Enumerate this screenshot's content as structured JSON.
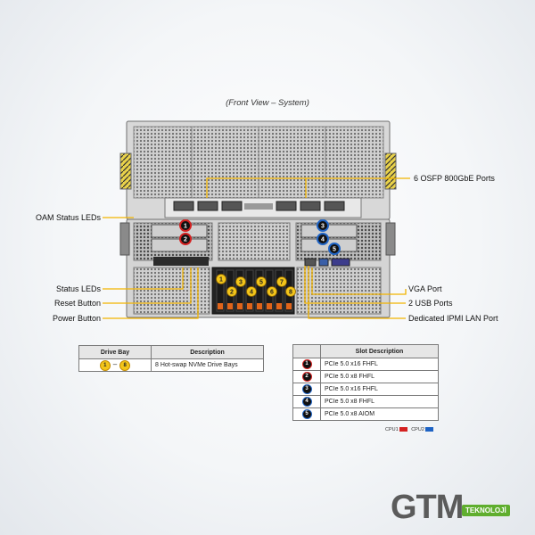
{
  "title": "(Front View – System)",
  "callouts": {
    "osfp_ports": "6 OSFP 800GbE Ports",
    "oam_leds": "OAM Status LEDs",
    "status_leds": "Status LEDs",
    "reset_button": "Reset Button",
    "power_button": "Power Button",
    "vga_port": "VGA Port",
    "usb_ports": "2 USB Ports",
    "ipmi_lan": "Dedicated IPMI LAN Port"
  },
  "drive_table": {
    "headers": [
      "Drive Bay",
      "Description"
    ],
    "row": {
      "from": "1",
      "to": "8",
      "description": "8 Hot-swap NVMe Drive Bays"
    }
  },
  "slot_table": {
    "header": "Slot Description",
    "rows": [
      {
        "num": "1",
        "cpu": "cpu1",
        "label": "PCIe 5.0 x16 FHFL"
      },
      {
        "num": "2",
        "cpu": "cpu1",
        "label": "PCIe 5.0 x8 FHFL"
      },
      {
        "num": "3",
        "cpu": "cpu2",
        "label": "PCIe 5.0 x16 FHFL"
      },
      {
        "num": "4",
        "cpu": "cpu2",
        "label": "PCIe 5.0 x8 FHFL"
      },
      {
        "num": "5",
        "cpu": "cpu2",
        "label": "PCIe 5.0 x8 AIOM"
      }
    ]
  },
  "cpu_legend": {
    "cpu1": "CPU1",
    "cpu2": "CPU2",
    "cpu1_color": "#d42020",
    "cpu2_color": "#1e63c4"
  },
  "drive_bay_numbers": [
    "1",
    "2",
    "3",
    "4",
    "5",
    "6",
    "7",
    "8"
  ],
  "slot_markers": [
    "1",
    "2",
    "3",
    "4",
    "5"
  ],
  "logo": {
    "text": "GTM",
    "tag": "TEKNOLOJİ"
  },
  "colors": {
    "callout_line": "#f2b400",
    "bay_orange": "#e0641a",
    "badge_gold": "#f3c51a"
  }
}
